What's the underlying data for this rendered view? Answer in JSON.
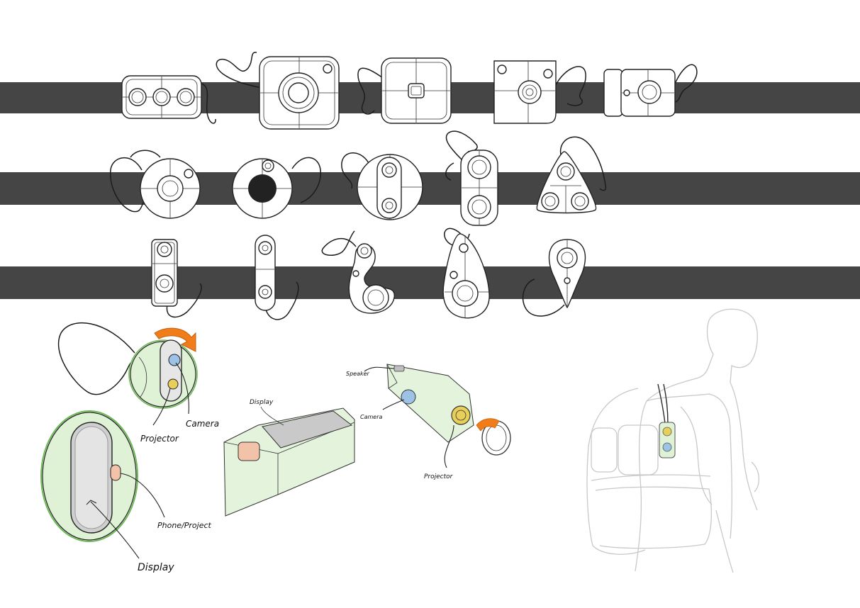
{
  "labels": {
    "camera": "Camera",
    "projector_detail": "Projector",
    "phone_projector": "Phone/Project",
    "display": "Display",
    "projector_exploded": "Projector",
    "camera_exploded": "Camera",
    "speaker": "Speaker"
  },
  "colors": {
    "strap": "#454545",
    "device_tint": "#dff2d6",
    "device_edge": "#6fb85a",
    "lens_blue": "#9cc3e6",
    "lens_yellow": "#e8cf5a",
    "accent_orange": "#f07d1a",
    "peach": "#f2c3a8"
  }
}
